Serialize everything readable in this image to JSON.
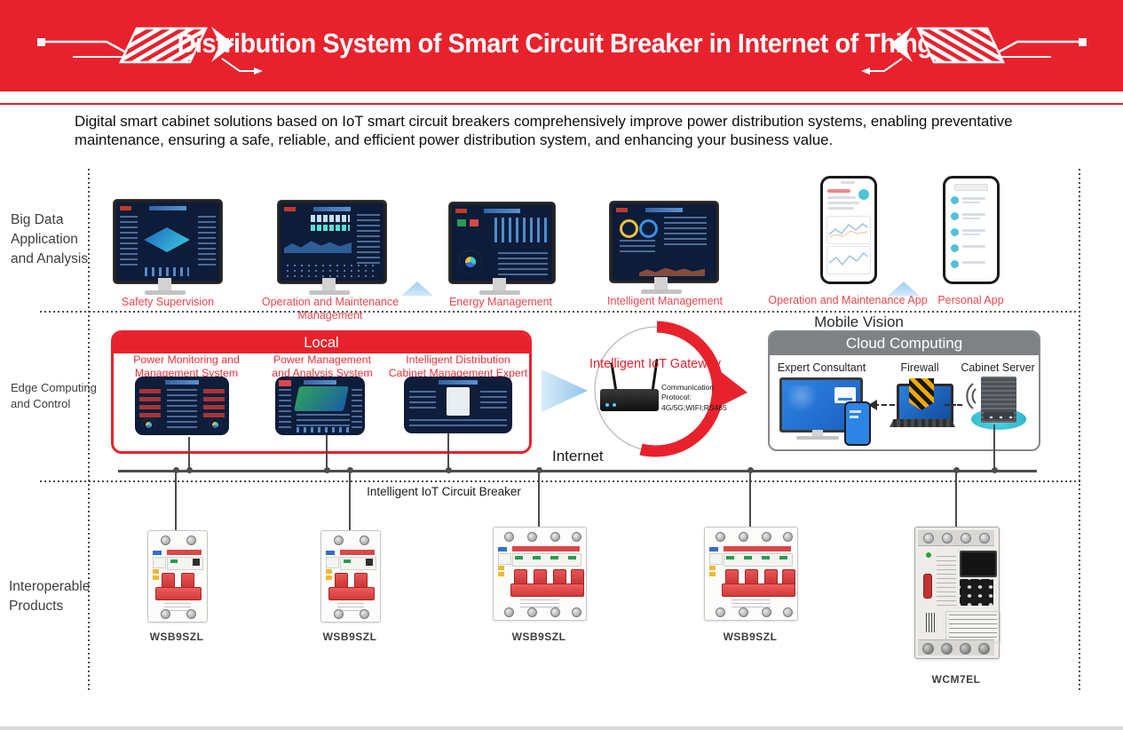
{
  "header": {
    "title": "Distribution System of Smart Circuit Breaker in Internet of Things"
  },
  "intro": {
    "text": "Digital smart cabinet solutions based on IoT smart circuit breakers comprehensively improve power distribution systems, enabling preventative\nmaintenance, ensuring a safe, reliable, and efficient power distribution system, and enhancing your business value."
  },
  "row_labels": {
    "big_data": "Big Data\nApplication\nand Analysis",
    "edge": "Edge Computing\nand Control",
    "interoperable": "Interoperable\nProducts"
  },
  "big_data_row": {
    "monitors": [
      {
        "label": "Safety Supervision"
      },
      {
        "label": "Operation and Maintenance Management"
      },
      {
        "label": "Energy Management"
      },
      {
        "label": "Intelligent Management"
      }
    ],
    "phones": [
      {
        "label": "Operation and Maintenance App"
      },
      {
        "label": "Personal App"
      }
    ]
  },
  "edge_row": {
    "mobile_vision": "Mobile Vision",
    "local": {
      "title": "Local",
      "systems": [
        {
          "title": "Power Monitoring and\nManagement System"
        },
        {
          "title": "Power Management\nand Analysis System"
        },
        {
          "title": "Intelligent Distribution\nCabinet Management Expert"
        }
      ]
    },
    "gateway": {
      "label": "Intelligent IoT Gateway",
      "protocol": "Communication Protocol:\n4G/5G;WIFI;RS485"
    },
    "cloud": {
      "title": "Cloud Computing",
      "items": [
        {
          "label": "Expert Consultant"
        },
        {
          "label": "Firewall"
        },
        {
          "label": "Cabinet Server"
        }
      ]
    }
  },
  "network": {
    "internet_label": "Internet",
    "breaker_bus_label": "Intelligent IoT Circuit Breaker"
  },
  "products": [
    {
      "model": "WSB9SZL",
      "type": "2-pole miniature circuit breaker"
    },
    {
      "model": "WSB9SZL",
      "type": "2-pole miniature circuit breaker"
    },
    {
      "model": "WSB9SZL",
      "type": "4-pole miniature circuit breaker"
    },
    {
      "model": "WSB9SZL",
      "type": "4-pole miniature circuit breaker"
    },
    {
      "model": "WCM7EL",
      "type": "molded case circuit breaker"
    }
  ],
  "colors": {
    "brand_red": "#e8222d",
    "label_red": "#ea474e",
    "cloud_gray": "#7f8285",
    "arrow_blue": "#a6d3f2",
    "screen_navy": "#0d1c38",
    "server_teal": "#35c4d7"
  }
}
